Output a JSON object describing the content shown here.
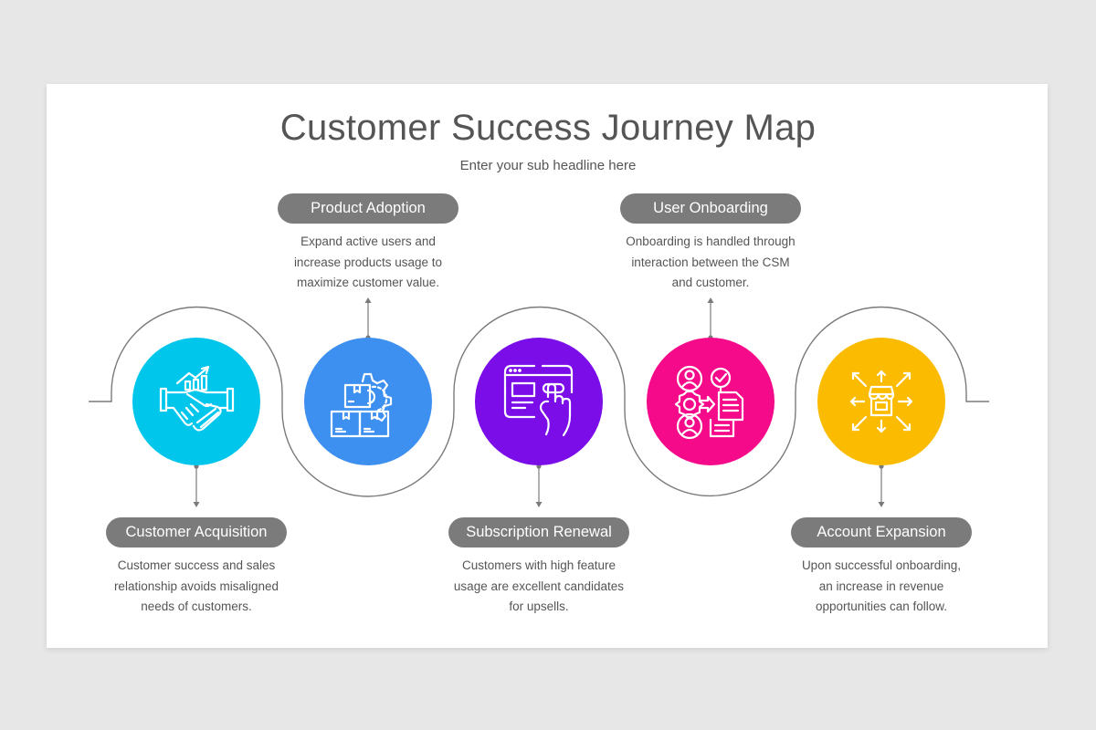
{
  "header": {
    "title": "Customer Success Journey Map",
    "subtitle": "Enter your sub headline here"
  },
  "colors": {
    "background": "#e8e7e8",
    "card": "#ffffff",
    "pill": "#7b7b7b",
    "text": "#555555",
    "line": "#7a7a7a"
  },
  "stages": [
    {
      "label": "Customer Acquisition",
      "description_lines": [
        "Customer success and sales",
        "relationship avoids misaligned",
        "needs of customers."
      ],
      "icon": "handshake-growth-icon",
      "color": "#00c6ec",
      "position": "below"
    },
    {
      "label": "Product Adoption",
      "description_lines": [
        "Expand active users and",
        "increase products usage to",
        "maximize customer value."
      ],
      "icon": "boxes-gear-icon",
      "color": "#3d8ff0",
      "position": "above"
    },
    {
      "label": "Subscription Renewal",
      "description_lines": [
        "Customers with high feature",
        "usage are excellent candidates",
        "for upsells."
      ],
      "icon": "browser-click-icon",
      "color": "#7a0de8",
      "position": "below"
    },
    {
      "label": "User Onboarding",
      "description_lines": [
        "Onboarding is handled through",
        "interaction between the CSM",
        "and customer."
      ],
      "icon": "users-gear-documents-icon",
      "color": "#f50a8a",
      "position": "above"
    },
    {
      "label": "Account Expansion",
      "description_lines": [
        "Upon successful onboarding,",
        "an increase in revenue",
        "opportunities can follow."
      ],
      "icon": "store-expansion-icon",
      "color": "#fbbb00",
      "position": "below"
    }
  ]
}
